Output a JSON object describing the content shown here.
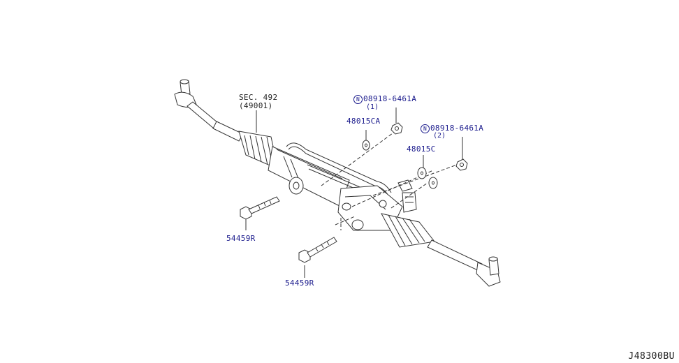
{
  "labels": {
    "sec_code": "SEC. 492",
    "sec_sub": "(49001)",
    "nut1_prefix": "N",
    "nut1_part": "08918-6461A",
    "nut1_qty": "(1)",
    "washer1_part": "48015CA",
    "nut2_prefix": "N",
    "nut2_part": "08918-6461A",
    "nut2_qty": "(2)",
    "washer2_part": "48015C",
    "bolt1_part": "54459R",
    "bolt2_part": "54459R"
  },
  "footer": {
    "diagram_id": "J48300BU"
  },
  "colors": {
    "part_number": "#1a1a8c",
    "line": "#333333"
  }
}
